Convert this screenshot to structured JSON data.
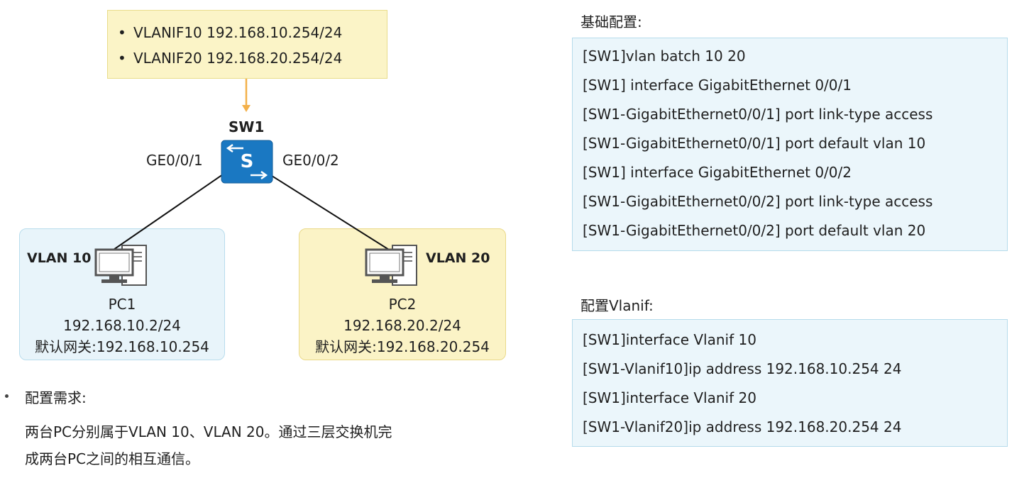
{
  "topology": {
    "vlanif_box": {
      "lines": [
        "VLANIF10 192.168.10.254/24",
        "VLANIF20 192.168.20.254/24"
      ]
    },
    "switch": {
      "name": "SW1",
      "icon_letter": "S",
      "port_left": "GE0/0/1",
      "port_right": "GE0/0/2"
    },
    "pc1": {
      "vlan_label": "VLAN 10",
      "name": "PC1",
      "ip": "192.168.10.2/24",
      "gateway": "默认网关:192.168.10.254"
    },
    "pc2": {
      "vlan_label": "VLAN 20",
      "name": "PC2",
      "ip": "192.168.20.2/24",
      "gateway": "默认网关:192.168.20.254"
    }
  },
  "requirement": {
    "title": "配置需求:",
    "line1": "两台PC分别属于VLAN 10、VLAN 20。通过三层交换机完",
    "line2": "成两台PC之间的相互通信。"
  },
  "basic_config": {
    "title": "基础配置:",
    "commands": [
      "[SW1]vlan batch 10 20",
      "[SW1] interface GigabitEthernet 0/0/1",
      "[SW1-GigabitEthernet0/0/1] port link-type access",
      "[SW1-GigabitEthernet0/0/1] port default vlan 10",
      "[SW1] interface GigabitEthernet 0/0/2",
      "[SW1-GigabitEthernet0/0/2] port link-type access",
      "[SW1-GigabitEthernet0/0/2] port default vlan 20"
    ]
  },
  "vlanif_config": {
    "title": "配置Vlanif:",
    "commands": [
      "[SW1]interface Vlanif 10",
      "[SW1-Vlanif10]ip address 192.168.10.254 24",
      "[SW1]interface Vlanif 20",
      "[SW1-Vlanif20]ip address 192.168.20.254 24"
    ]
  },
  "colors": {
    "yellow_fill": "#fbf4c7",
    "blue_fill": "#e8f4fa",
    "switch_blue": "#1a78c2",
    "arrow_orange": "#f3b04a"
  },
  "icons": {
    "switch": "l3-switch-icon",
    "pc": "desktop-pc-icon"
  }
}
